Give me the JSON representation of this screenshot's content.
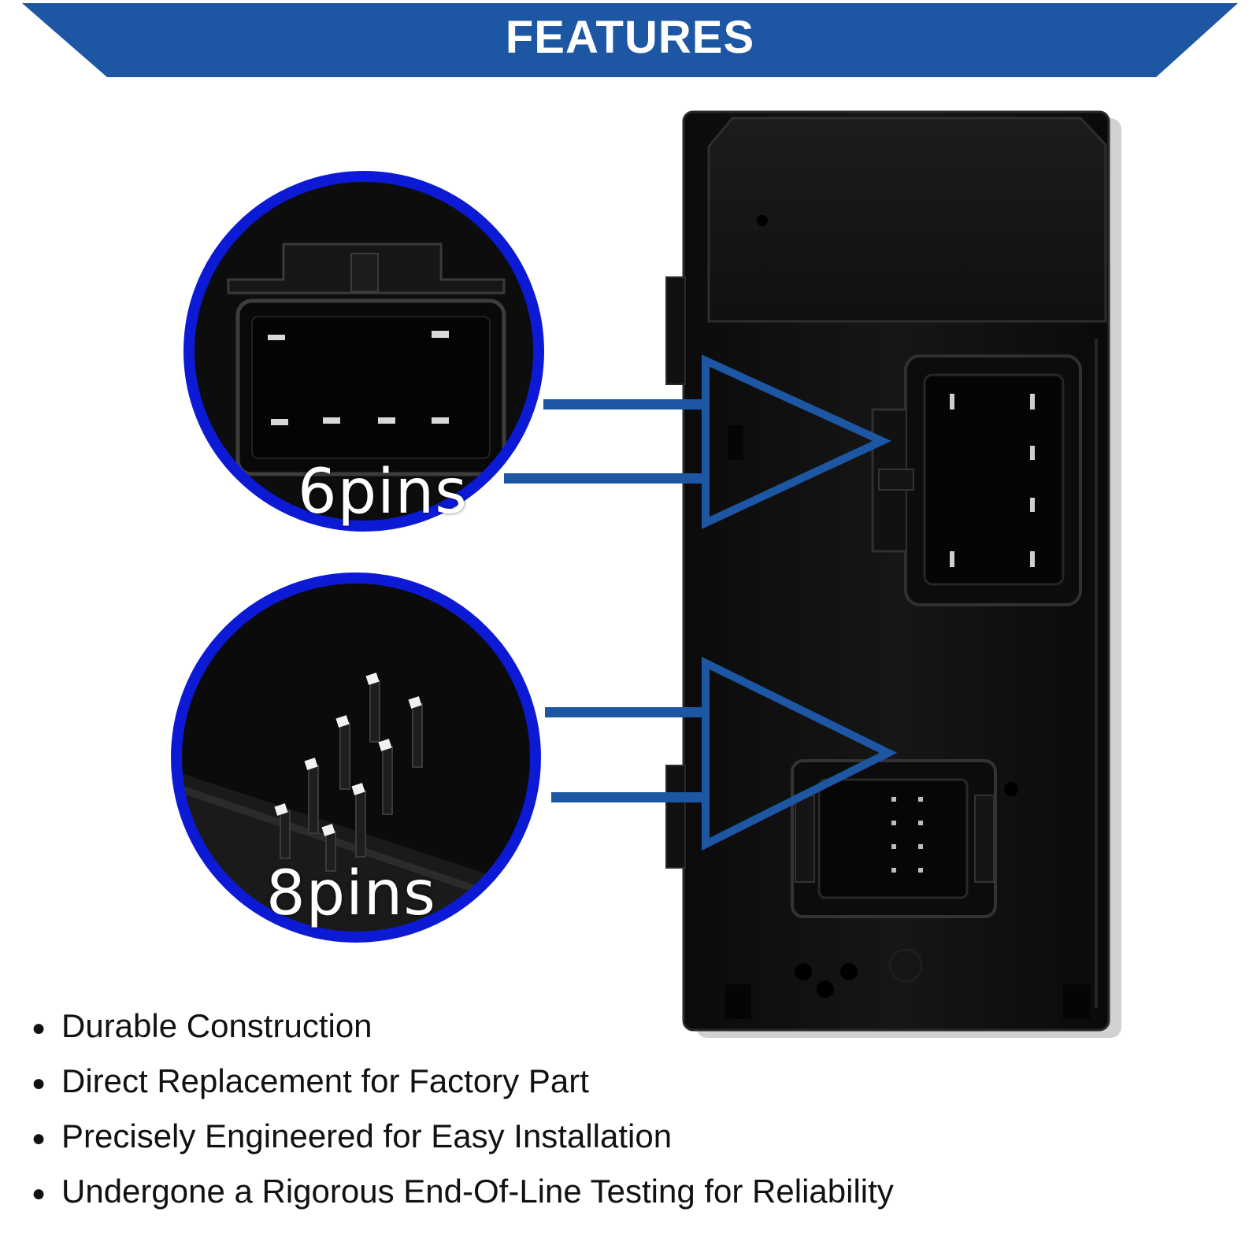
{
  "banner": {
    "title": "FEATURES",
    "color": "#1d56a3"
  },
  "callouts": {
    "six": {
      "label": "6pins"
    },
    "eight": {
      "label": "8pins"
    },
    "ring_color": "#0c1ad6",
    "arrow_color": "#1d56a3"
  },
  "features": [
    "Durable Construction",
    "Direct Replacement for Factory Part",
    "Precisely Engineered for Easy Installation",
    "Undergone a Rigorous End-Of-Line Testing for Reliability"
  ],
  "bullet_glyph": "●"
}
